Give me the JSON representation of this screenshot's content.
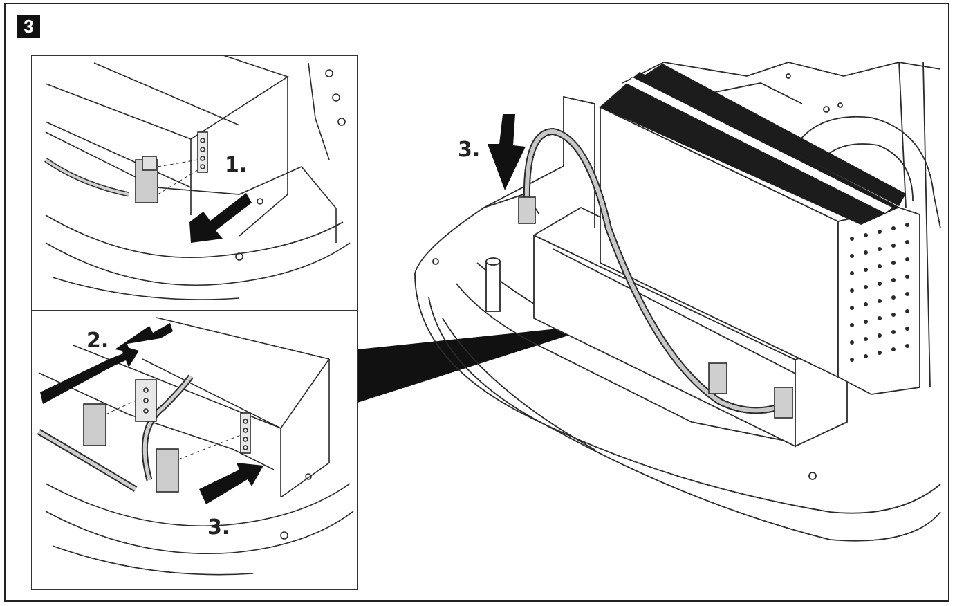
{
  "figure": {
    "step_number": "3",
    "labels": {
      "top_inset_step": "1.",
      "bottom_inset_step_a": "2.",
      "bottom_inset_step_b": "3.",
      "main_view_step": "3."
    }
  },
  "colors": {
    "line": "#2a2a2a",
    "fill_dark": "#1a1a1a",
    "fill_gray": "#bdbdbd",
    "background": "#ffffff"
  }
}
